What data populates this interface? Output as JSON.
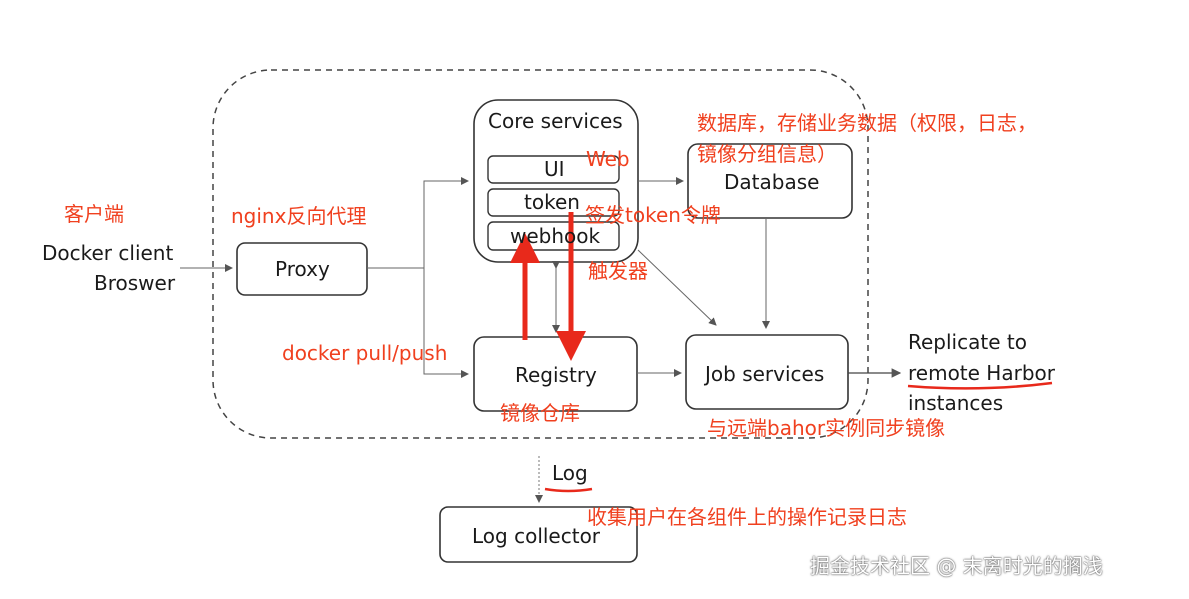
{
  "nodes": {
    "core_services": "Core services",
    "ui": "UI",
    "token": "token",
    "webhook": "webhook",
    "database": "Database",
    "proxy": "Proxy",
    "registry": "Registry",
    "job_services": "Job services",
    "log_collector": "Log collector"
  },
  "labels": {
    "client_line1": "Docker client",
    "client_line2": "Broswer",
    "replicate_line1": "Replicate to",
    "replicate_line2": "remote Harbor",
    "replicate_line3": "instances",
    "log": "Log"
  },
  "annotations": {
    "client": "客户端",
    "proxy": "nginx反向代理",
    "database_line1": "数据库，存储业务数据（权限，日志，",
    "database_line2": "镜像分组信息）",
    "web": "Web",
    "token": "签发token令牌",
    "webhook": "触发器",
    "docker_pull_push": "docker pull/push",
    "registry": "镜像仓库",
    "job": "与远端bahor实例同步镜像",
    "log": "收集用户在各组件上的操作记录日志"
  },
  "watermark": "掘金技术社区 @ 末离时光的搁浅"
}
